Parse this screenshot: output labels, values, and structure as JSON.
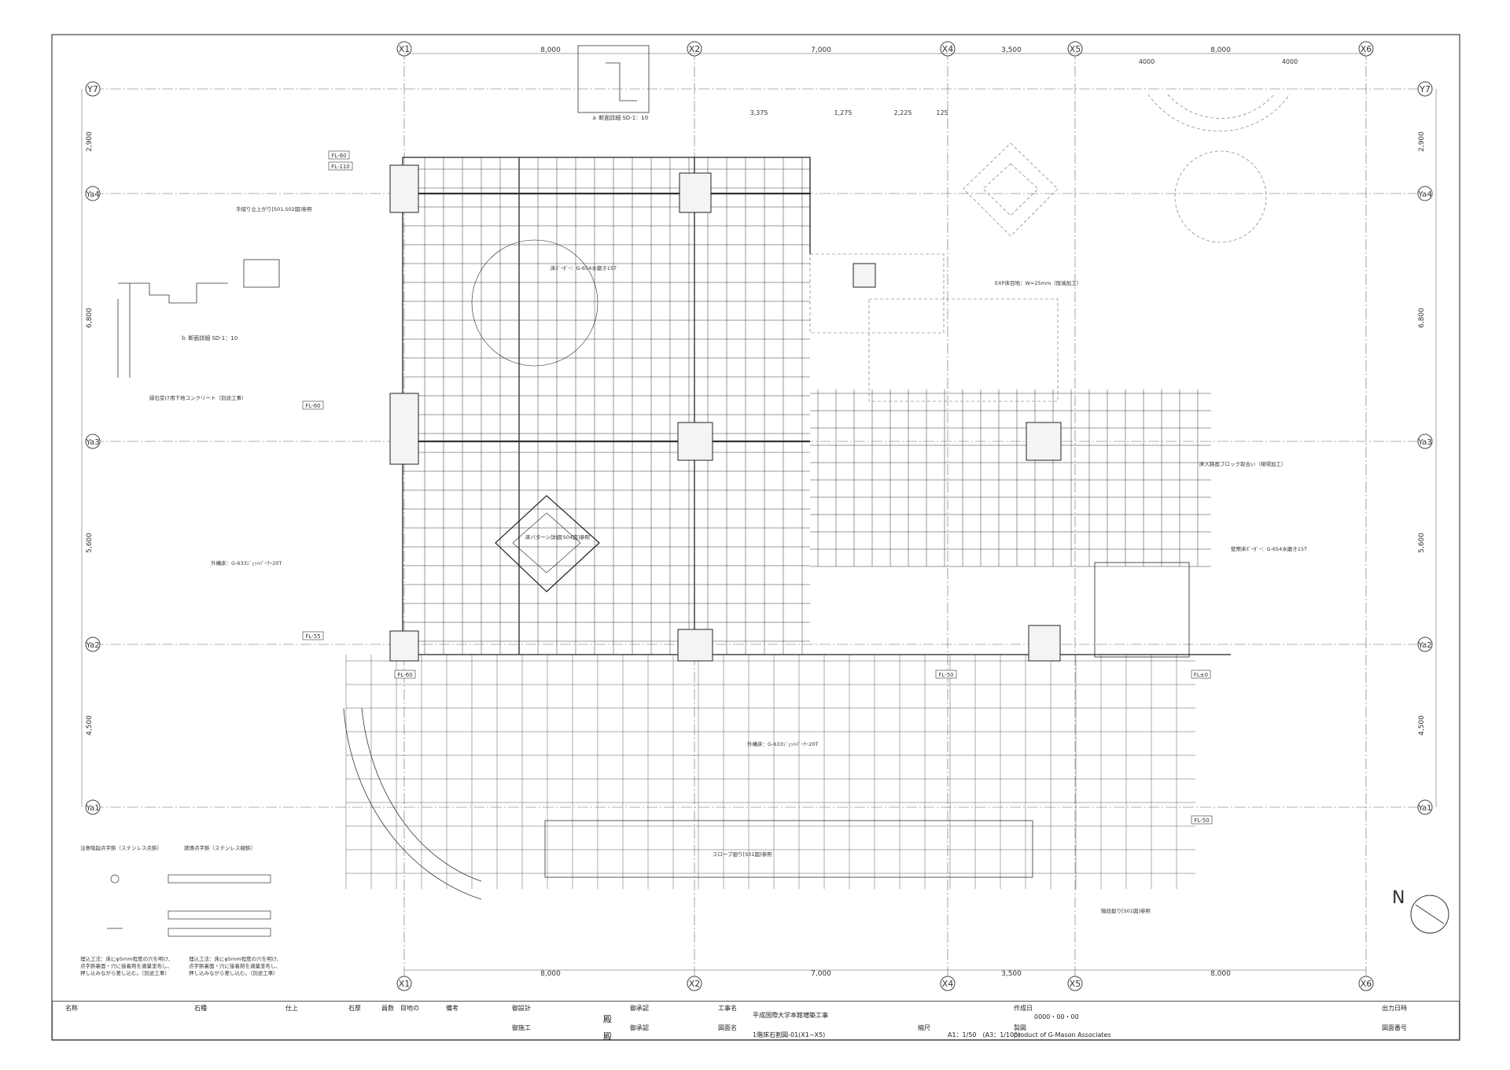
{
  "grid": {
    "x_axes": [
      "X1",
      "X2",
      "X4",
      "X5",
      "X6"
    ],
    "y_axes": [
      "Y7",
      "Ya4",
      "Ya3",
      "Ya2",
      "Ya1"
    ],
    "x_spans_top": [
      "8,000",
      "7,000",
      "3,500",
      "8,000"
    ],
    "x_spans_bottom": [
      "8,000",
      "7,000",
      "3,500",
      "8,000"
    ],
    "y_spans": [
      "2,900",
      "6,800",
      "5,600",
      "4,500"
    ],
    "sub_dims_top": [
      "3,375",
      "1,275",
      "2,225",
      "125"
    ],
    "sub_dims_right": [
      "4000",
      "4000"
    ]
  },
  "details": {
    "section_a": "ａ 断面詳細 SD-1：10",
    "section_b": "ｂ 断面詳細 SD-1：10",
    "note_curb": "縁石受け用下地コンクリート（別途工事）",
    "note_nosing": "注意喚起点字鋲（ステンレス点鋲）",
    "note_guide": "誘導点字鋲（ステンレス線鋲）",
    "note_install_1": "埋込工法：床にφ5mm程度の穴を明け、点字鋲裏面・穴に接着剤を適量塗布し、押し込みながら差し込む。（別途工事）",
    "note_install_2": "埋込工法：床にφ5mm程度の穴を明け、点字鋲裏面・穴に接着剤を適量塗布し、押し込みながら差し込む。（別途工事）"
  },
  "annotations": {
    "floor_main": "床ﾎﾞｰﾀﾞｰ：G-654水磨き15T",
    "floor_pattern": "床パターン詳細[S04図]参照",
    "exterior_floor": "外構床：G-633ｼﾞｪｯﾄﾊﾞｰﾅｰ20T",
    "handrail": "手摺り立上がり[S01,S02図]参照",
    "slope": "スロープ廻り[S01図]参照",
    "exp_joint": "EXP床目地：W=25mm（既端加工）",
    "paving_block": "床入路面ブロック取合い（現場加工）",
    "wall_border": "壁際床ﾎﾞｰﾀﾞｰ：G-654水磨き15T",
    "stair_detail": "階段廻り[S01図]参照",
    "fl_labels": [
      "FL-60",
      "FL-110",
      "FL-60",
      "FL-55",
      "FL-60",
      "FL-50",
      "FL±0",
      "FL-50"
    ]
  },
  "title_block": {
    "name": "名称",
    "stone": "石種",
    "finish": "仕上",
    "thickness": "石厚",
    "count": "員数",
    "material_origin": "目地の",
    "remarks": "備考",
    "design": "御設計",
    "construction": "御施工",
    "addressee": "殿",
    "responsible": "御承認",
    "project_label": "工事名",
    "project_name": "平成国際大学本館増築工事",
    "drawing_label": "図面名",
    "drawing_name": "1階床石割図-01(X1~X5)",
    "scale_label": "縮尺",
    "scale": "A1：1/50　(A3：1/100)",
    "date_label": "作成日",
    "date": "0000・00・00",
    "maker_label": "製図",
    "maker": "product of G-Mason Associates",
    "output_label": "出力日時",
    "drawing_no_label": "図面番号"
  },
  "north_label": "N"
}
